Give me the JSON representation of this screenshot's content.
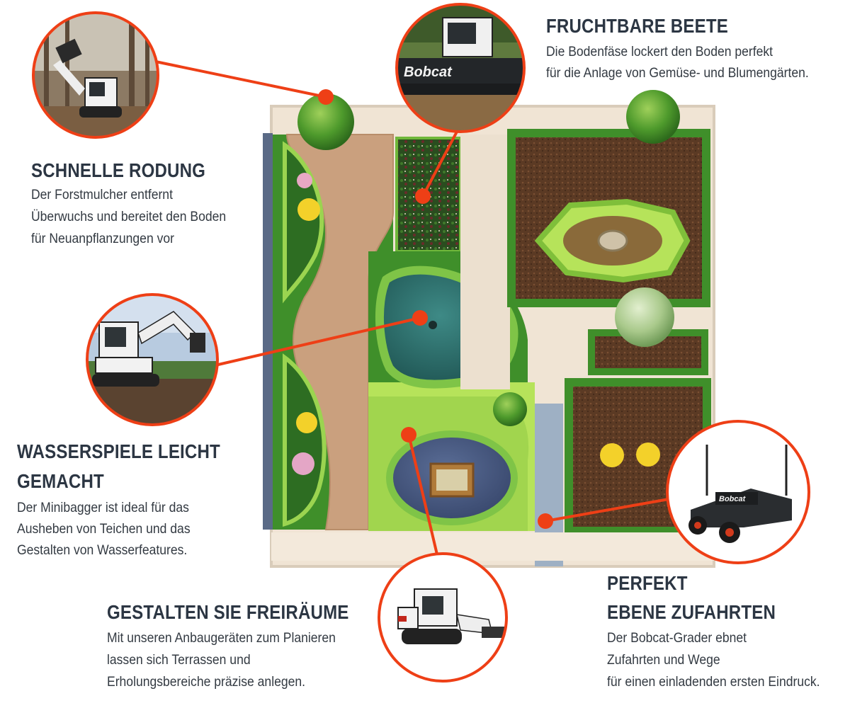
{
  "callouts": {
    "beete": {
      "title": "FRUCHTBARE BEETE",
      "lines": [
        "Die Bodenfäse lockert den Boden perfekt",
        "für die Anlage von Gemüse- und Blumengärten."
      ]
    },
    "rodung": {
      "title": "SCHNELLE RODUNG",
      "lines": [
        "Der Forstmulcher entfernt",
        "Überwuchs und bereitet den Boden",
        "für Neuanpflanzungen vor"
      ]
    },
    "wasser": {
      "title_lines": [
        "WASSERSPIELE LEICHT",
        "GEMACHT"
      ],
      "lines": [
        "Der Minibagger ist ideal für das",
        "Ausheben von Teichen und das",
        "Gestalten von Wasserfeatures."
      ]
    },
    "freiraeume": {
      "title": "GESTALTEN SIE FREIRÄUME",
      "lines": [
        "Mit unseren Anbaugeräten zum Planieren",
        "lassen sich Terrassen und",
        "Erholungsbereiche präzise anlegen."
      ]
    },
    "zufahrten": {
      "title_lines": [
        "PERFEKT",
        "EBENE ZUFAHRTEN"
      ],
      "lines": [
        "Der Bobcat-Grader ebnet",
        "Zufahrten und Wege",
        "für einen einladenden ersten Eindruck."
      ]
    }
  },
  "brand_text": {
    "bobcat_logo": "Bobcat"
  },
  "colors": {
    "accent": "#ee3f16",
    "heading": "#2c3643",
    "text": "#333a42",
    "lawn_dark": "#3f8f2a",
    "lawn_light": "#b6e35a",
    "soil": "#5a3722",
    "pond": "#2f6f6b",
    "path": "#caa07e",
    "paving": "#f0e6d8"
  },
  "icons": [
    "forestry-mulcher-photo",
    "soil-tiller-photo",
    "mini-excavator-photo",
    "track-loader-photo",
    "grader-attachment-photo"
  ]
}
